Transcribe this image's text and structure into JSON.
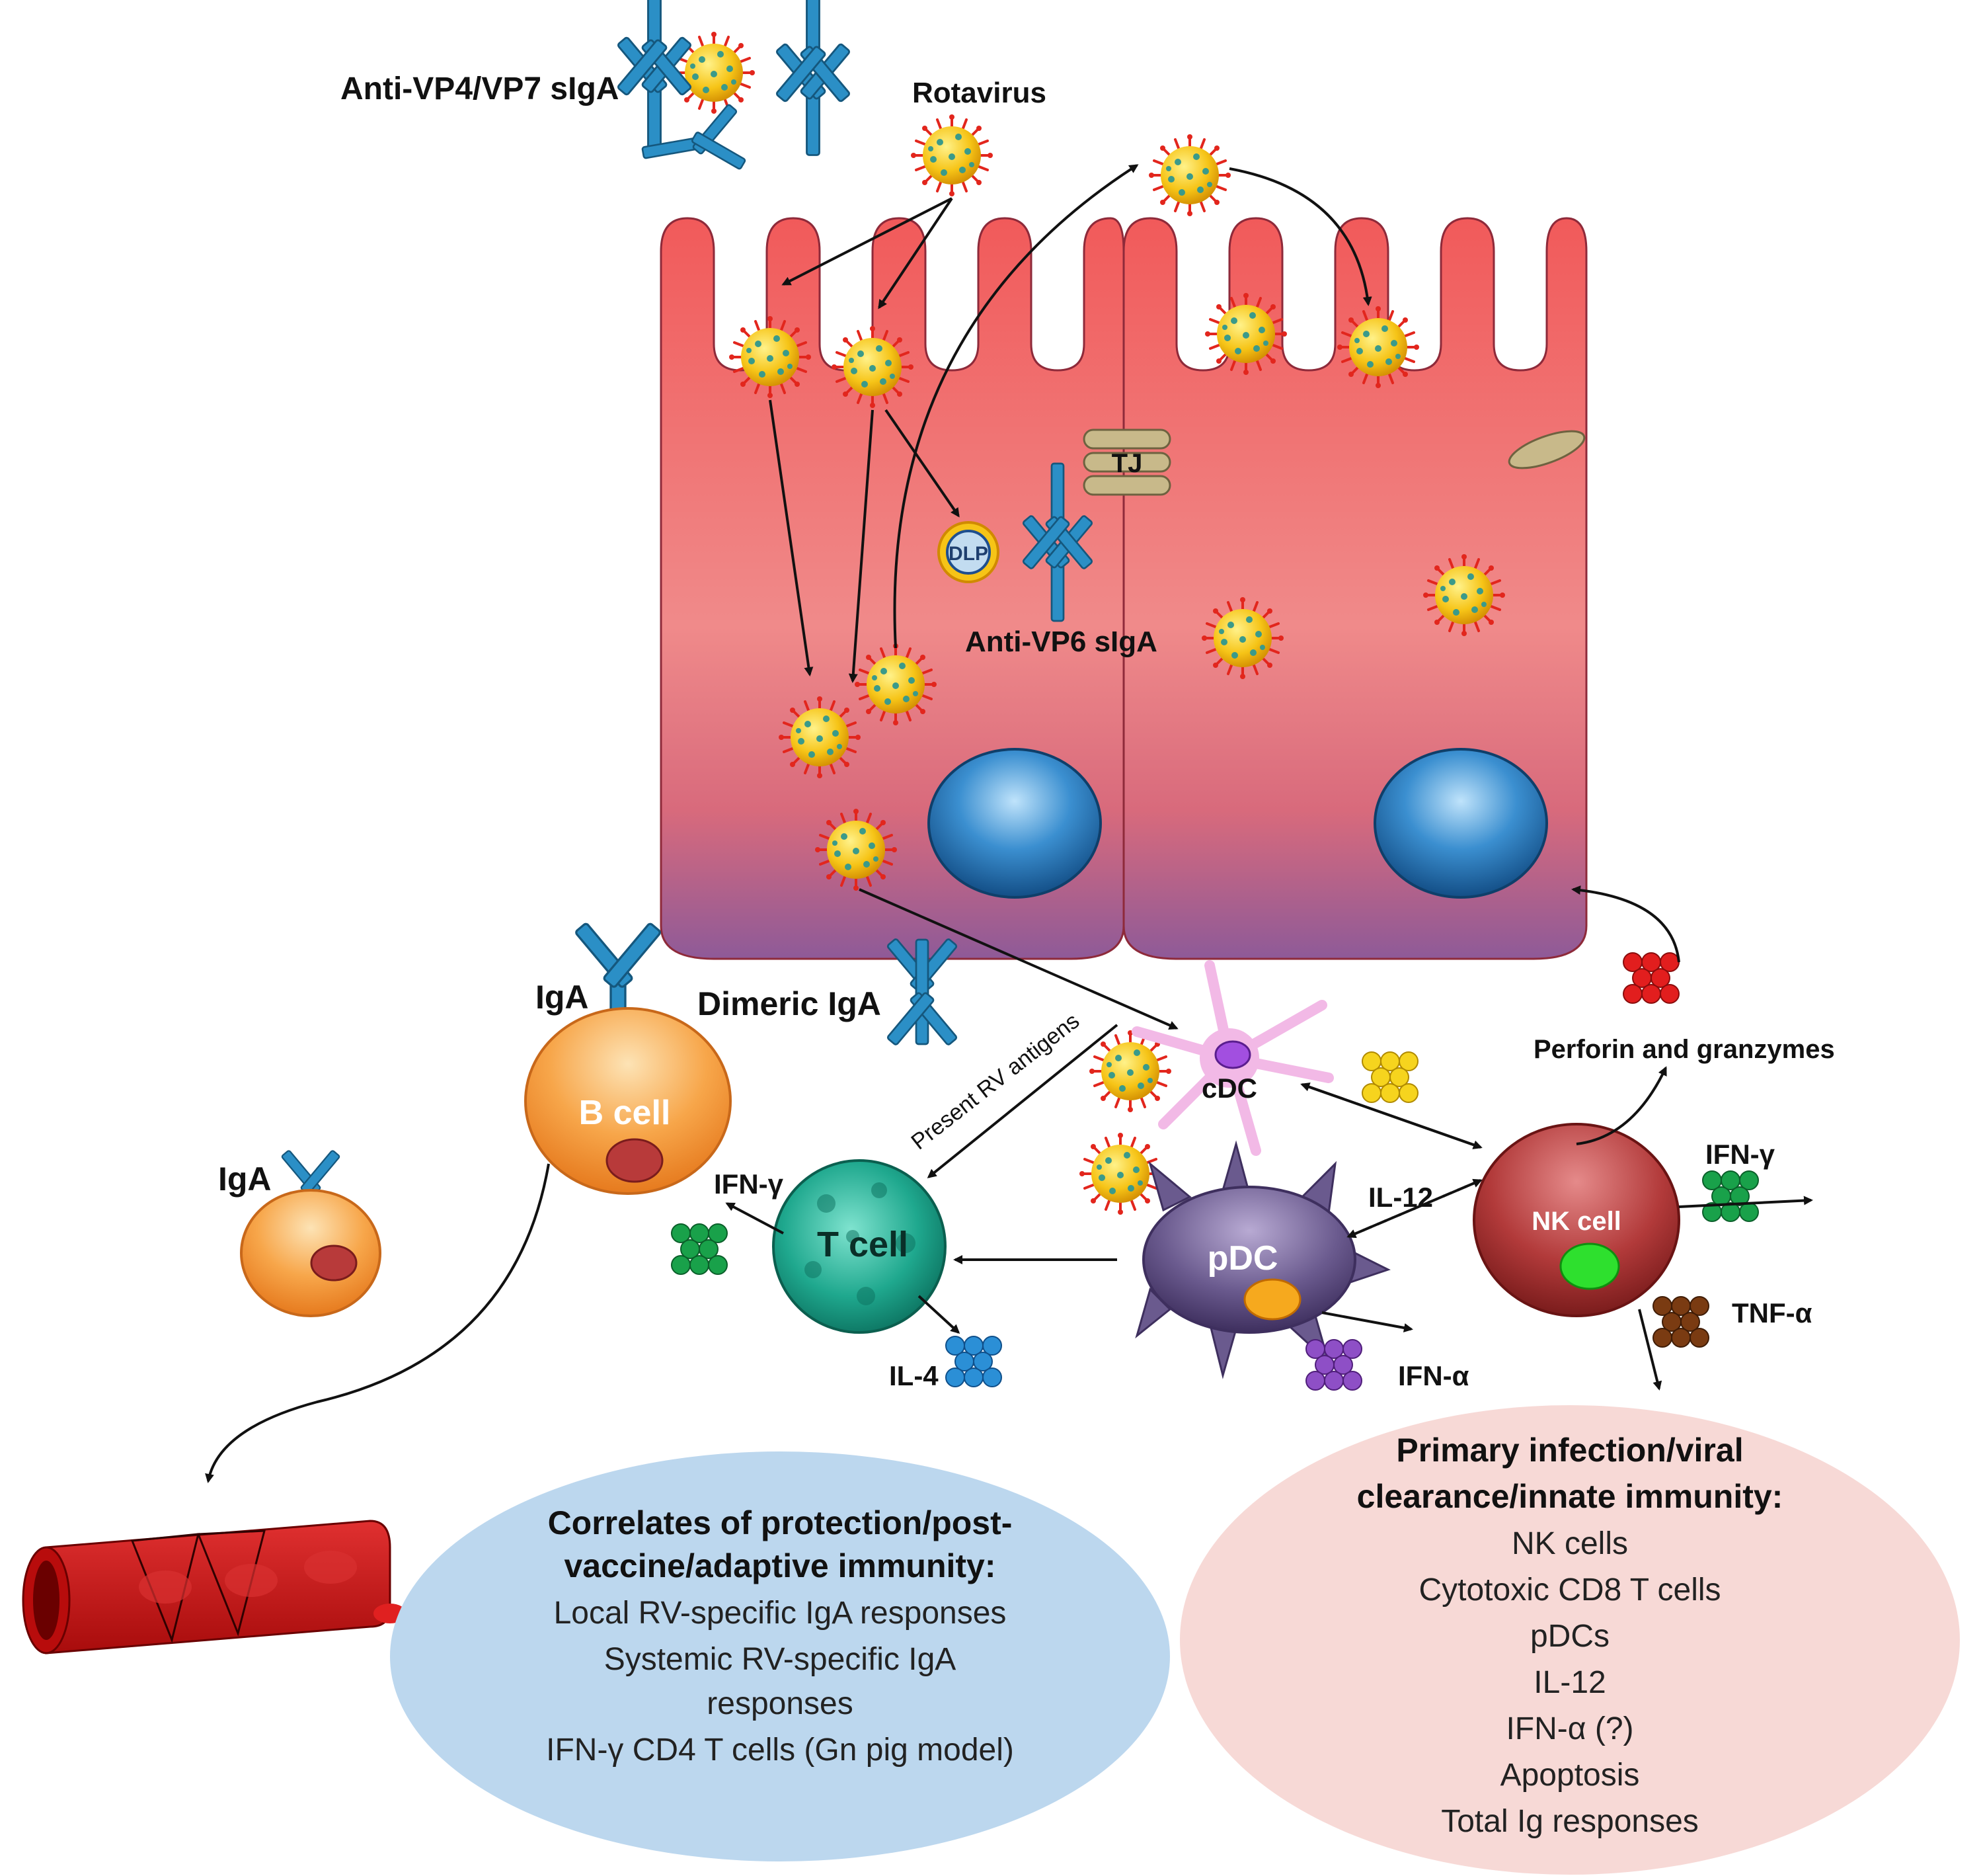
{
  "labels": {
    "anti_vp4_vp7": "Anti-VP4/VP7 sIgA",
    "rotavirus": "Rotavirus",
    "tj": "TJ",
    "dlp": "DLP",
    "anti_vp6": "Anti-VP6 sIgA",
    "iga_bcell": "IgA",
    "dimeric_iga": "Dimeric IgA",
    "b_cell": "B cell",
    "iga_small": "IgA",
    "cdc": "cDC",
    "present_rv": "Present RV antigens",
    "t_cell": "T cell",
    "ifn_gamma_t": "IFN-γ",
    "il4": "IL-4",
    "il12": "IL-12",
    "pdc": "pDC",
    "ifn_alpha": "IFN-α",
    "nk_cell": "NK cell",
    "perforin": "Perforin and granzymes",
    "ifn_gamma_nk": "IFN-γ",
    "tnf_alpha": "TNF-α"
  },
  "adaptive_box": {
    "title_line1": "Correlates of protection/post-",
    "title_line2": "vaccine/adaptive immunity:",
    "items": [
      "Local RV-specific IgA responses",
      "Systemic RV-specific IgA",
      "responses",
      "IFN-γ CD4 T cells (Gn pig model)"
    ]
  },
  "innate_box": {
    "title_line1": "Primary infection/viral",
    "title_line2": "clearance/innate immunity:",
    "items": [
      "NK cells",
      "Cytotoxic CD8 T cells",
      "pDCs",
      "IL-12",
      "IFN-α (?)",
      "Apoptosis",
      "Total Ig responses"
    ]
  },
  "colors": {
    "epithelium_top": "#f15a5a",
    "epithelium_bottom": "#8e5a98",
    "nucleus": "#1e6fb0",
    "antibody": "#2b8fc6",
    "b_cell": "#f49a3c",
    "t_cell": "#1fa88e",
    "pdc": "#6a5a8e",
    "nk_cell": "#a52a2a",
    "adaptive_box": "#bcd7ee",
    "innate_box": "#f7d9d6"
  }
}
